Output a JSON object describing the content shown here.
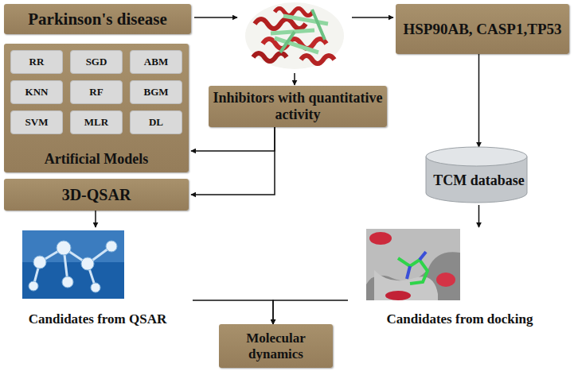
{
  "diagram": {
    "nodes": [
      {
        "text": [
          "Parkinson's disease"
        ]
      },
      {
        "text": [
          "HSP90AB, CASP1,TP53"
        ]
      },
      {
        "text": [
          "Artificial Models"
        ]
      },
      {
        "text": [
          "RR"
        ],
        "in": 2
      },
      {
        "text": [
          "SGD"
        ],
        "in": 2
      },
      {
        "text": [
          "ABM"
        ],
        "in": 2
      },
      {
        "text": [
          "KNN"
        ],
        "in": 2
      },
      {
        "text": [
          "RF"
        ],
        "in": 2
      },
      {
        "text": [
          "BGM"
        ],
        "in": 2
      },
      {
        "text": [
          "SVM"
        ],
        "in": 2
      },
      {
        "text": [
          "MLR"
        ],
        "in": 2
      },
      {
        "text": [
          "DL"
        ],
        "in": 2
      },
      {
        "text": [
          "Inhibitors with quantitative activity"
        ]
      },
      {
        "text": [
          "3D-QSAR"
        ]
      },
      {
        "text": [
          "TCM database"
        ]
      },
      {
        "text": [
          "Candidates from QSAR"
        ]
      },
      {
        "text": [
          "Molecular dynamics"
        ]
      },
      {
        "text": [
          "Candidates from docking"
        ]
      }
    ],
    "edges": [
      {
        "from": 12,
        "to": 2,
        "arrow": "to"
      },
      {
        "from": 12,
        "to": 13,
        "arrow": "to"
      },
      {
        "from": 1,
        "to": 14,
        "arrow": "to"
      },
      {
        "from": 13,
        "to": 15,
        "arrow": "to"
      },
      {
        "from": 14,
        "to": 17,
        "arrow": "to"
      },
      {
        "from": 15,
        "to": 16,
        "arrow": "to"
      },
      {
        "from": 17,
        "to": 16,
        "arrow": "to"
      }
    ]
  }
}
